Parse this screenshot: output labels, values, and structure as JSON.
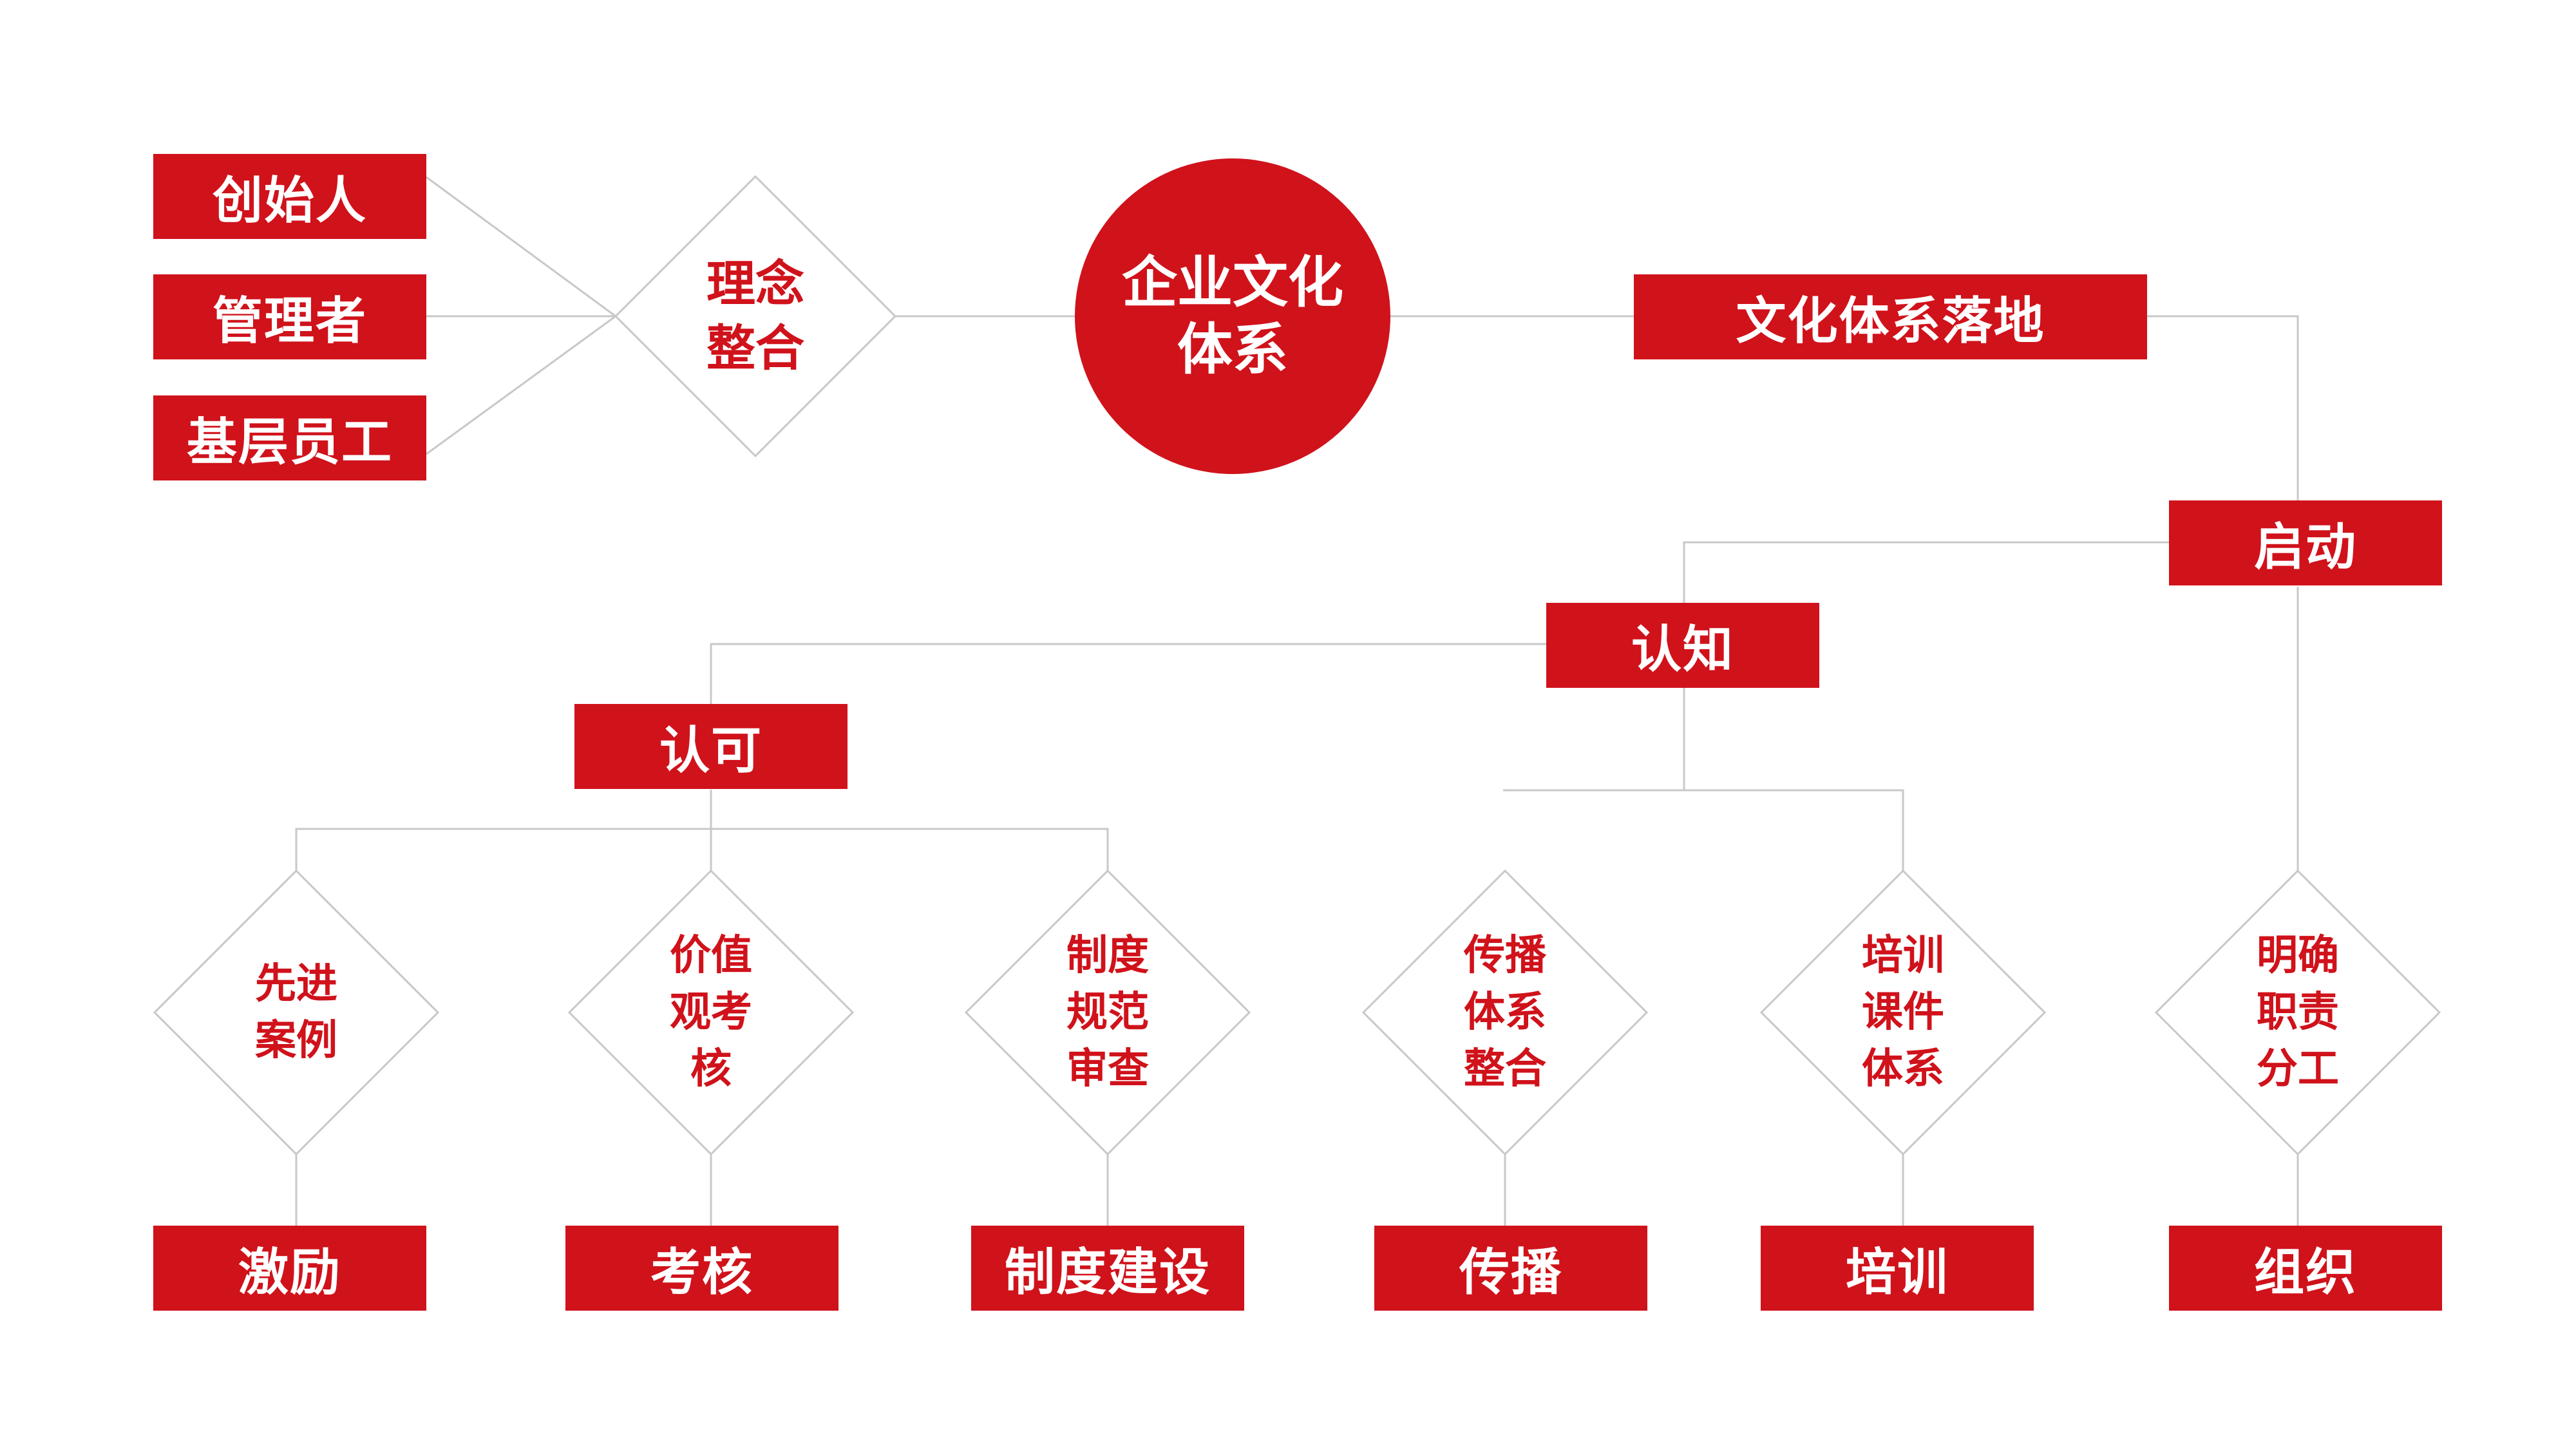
{
  "sources": [
    "创始人",
    "管理者",
    "基层员工"
  ],
  "concept": [
    "理念",
    "整合"
  ],
  "core": [
    "企业文化",
    "体系"
  ],
  "landing": "文化体系落地",
  "stages": {
    "start": "启动",
    "cognition": "认知",
    "recognition": "认可"
  },
  "actions": [
    {
      "diamond": [
        "先进",
        "案例"
      ],
      "result": "激励"
    },
    {
      "diamond": [
        "价值",
        "观考",
        "核"
      ],
      "result": "考核"
    },
    {
      "diamond": [
        "制度",
        "规范",
        "审查"
      ],
      "result": "制度建设"
    },
    {
      "diamond": [
        "传播",
        "体系",
        "整合"
      ],
      "result": "传播"
    },
    {
      "diamond": [
        "培训",
        "课件",
        "体系"
      ],
      "result": "培训"
    },
    {
      "diamond": [
        "明确",
        "职责",
        "分工"
      ],
      "result": "组织"
    }
  ],
  "colors": {
    "accent": "#d0121b",
    "line": "#c8c8c8"
  }
}
